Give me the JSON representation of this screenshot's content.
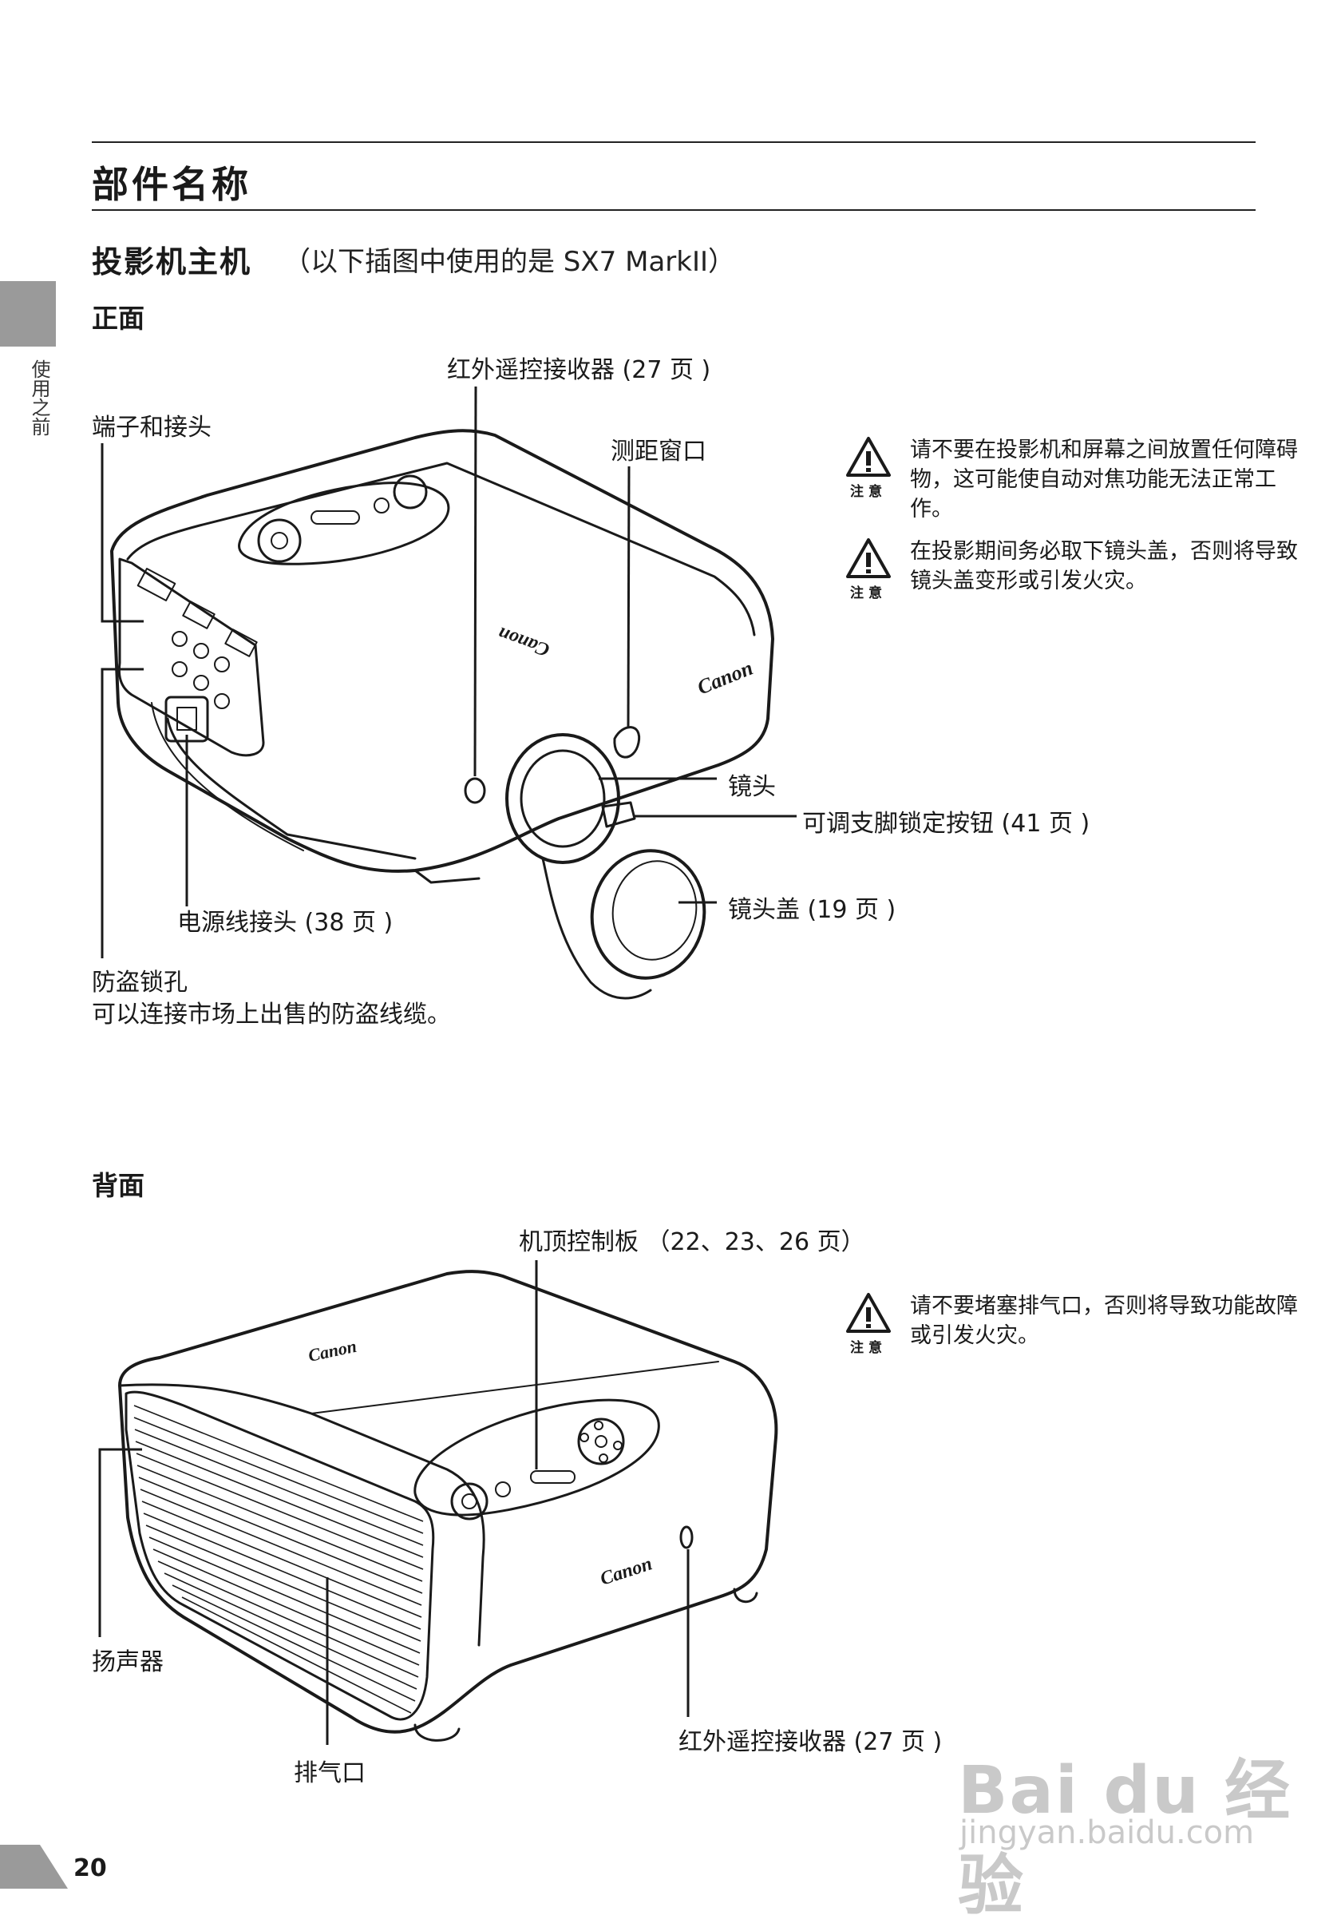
{
  "side_tab": {
    "label": "使用之前"
  },
  "page_title": "部件名称",
  "section_heading": "投影机主机",
  "section_note": "（以下插图中使用的是 SX7 MarkII）",
  "front": {
    "heading": "正面",
    "labels": {
      "ir_receiver": "红外遥控接收器 (27 页 )",
      "terminals": "端子和接头",
      "ranging_window": "测距窗口",
      "lens": "镜头",
      "foot_lock": "可调支脚锁定按钮 (41 页 )",
      "lens_cap": "镜头盖 (19 页 )",
      "power_connector": "电源线接头 (38 页 )",
      "security_slot": "防盗锁孔",
      "security_slot_note": "可以连接市场上出售的防盗线缆。"
    },
    "cautions": [
      {
        "icon": "warning-triangle-icon",
        "word": "注意",
        "text": "请不要在投影机和屏幕之间放置任何障碍物，这可能使自动对焦功能无法正常工作。"
      },
      {
        "icon": "warning-triangle-icon",
        "word": "注意",
        "text": "在投影期间务必取下镜头盖，否则将导致镜头盖变形或引发火灾。"
      }
    ],
    "brand_marks": [
      "Canon",
      "Canon"
    ]
  },
  "back": {
    "heading": "背面",
    "labels": {
      "top_panel": "机顶控制板 （22、23、26 页）",
      "speaker": "扬声器",
      "vent": "排气口",
      "ir_receiver": "红外遥控接收器 (27 页 )"
    },
    "cautions": [
      {
        "icon": "warning-triangle-icon",
        "word": "注意",
        "text": "请不要堵塞排气口，否则将导致功能故障或引发火灾。"
      }
    ],
    "brand_marks": [
      "Canon",
      "Canon"
    ]
  },
  "page_number": "20",
  "watermark": {
    "logo": "Bai du 经验",
    "url": "jingyan.baidu.com"
  }
}
